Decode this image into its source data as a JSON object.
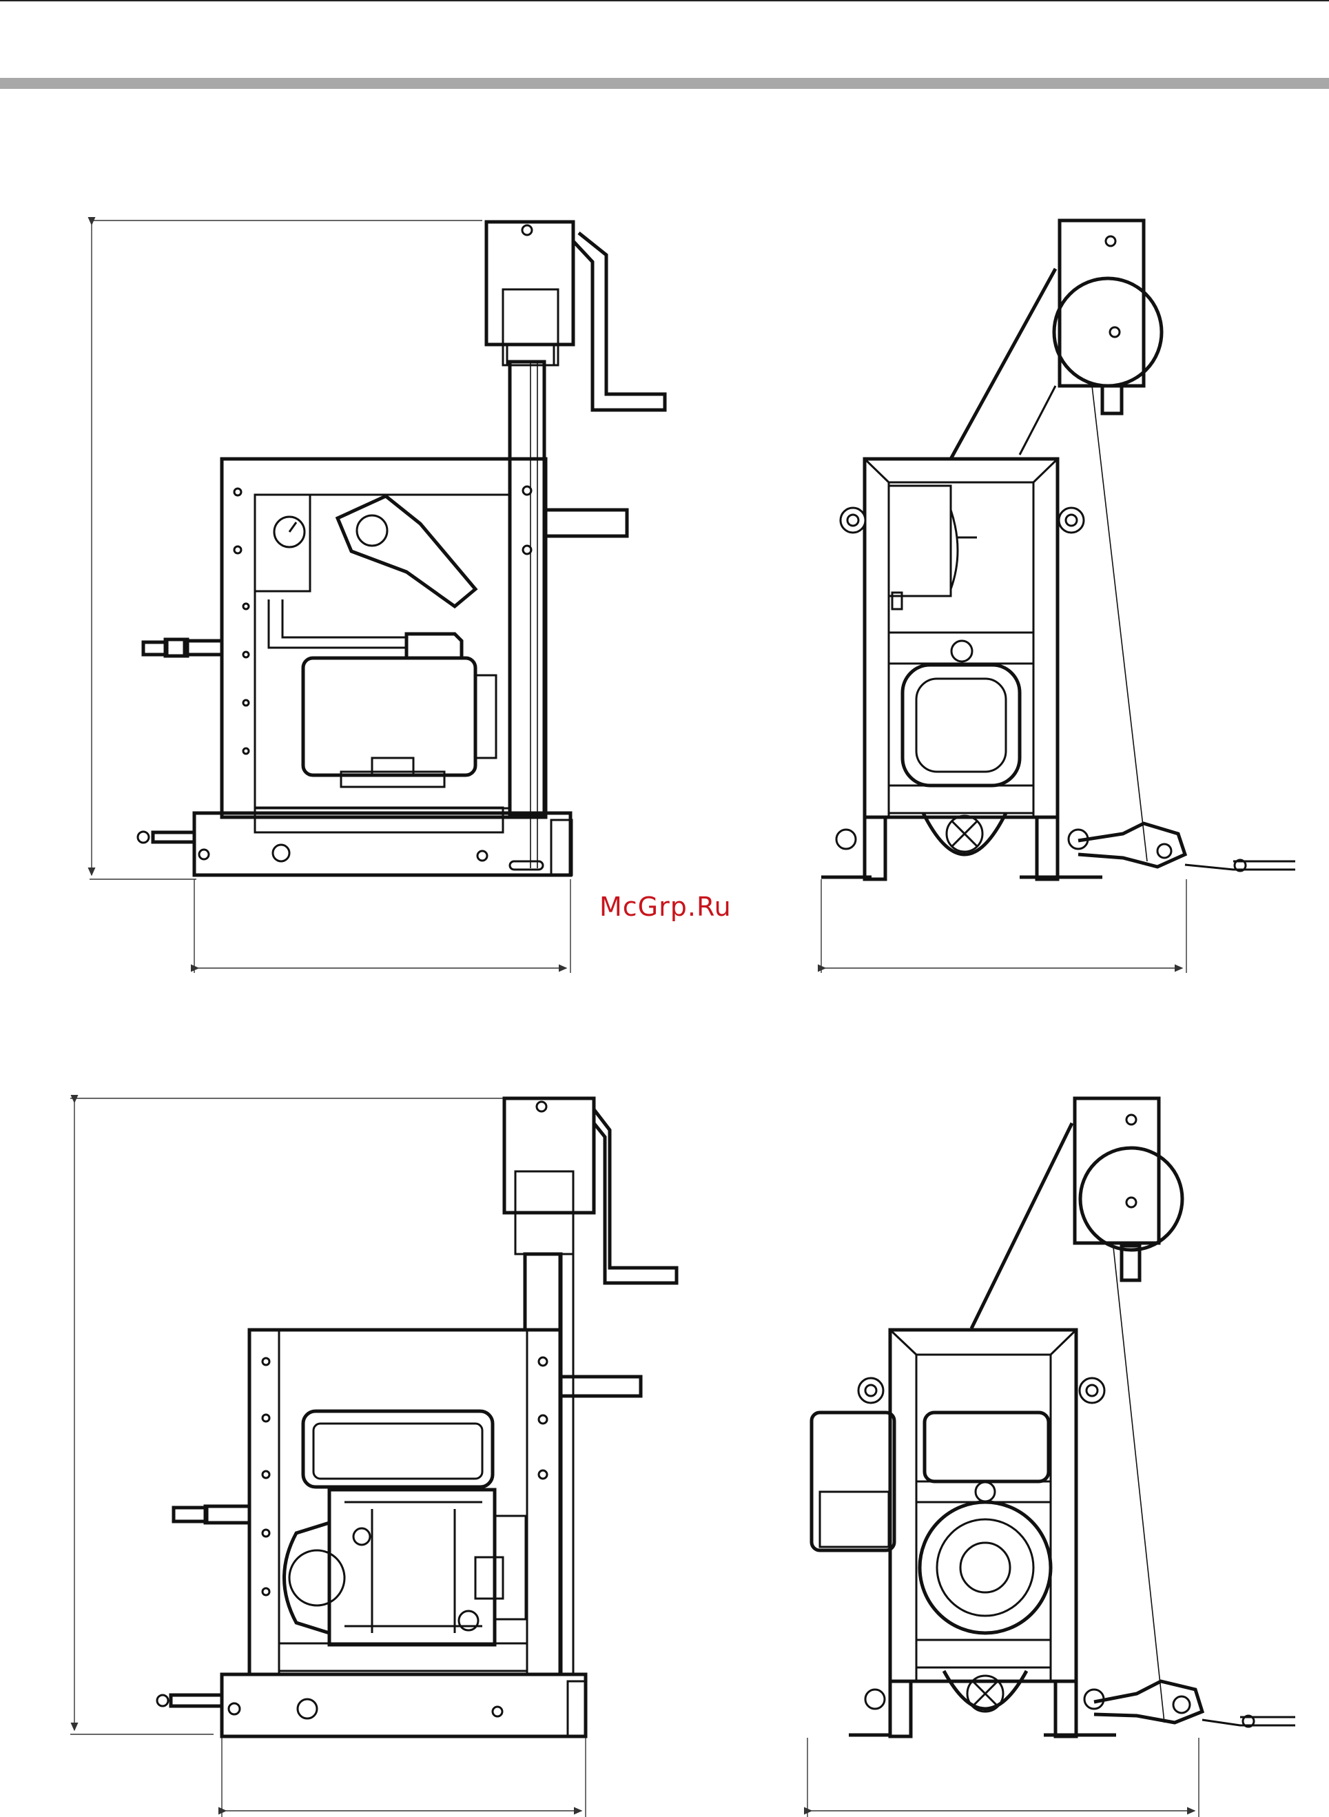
{
  "watermark": {
    "text": "McGrp.Ru",
    "color": "#c8141c"
  },
  "header_band_color": "#a8a8a8",
  "views": [
    "front-view-electric-pump",
    "side-view-electric-pump",
    "front-view-engine-pump",
    "side-view-engine-pump"
  ]
}
